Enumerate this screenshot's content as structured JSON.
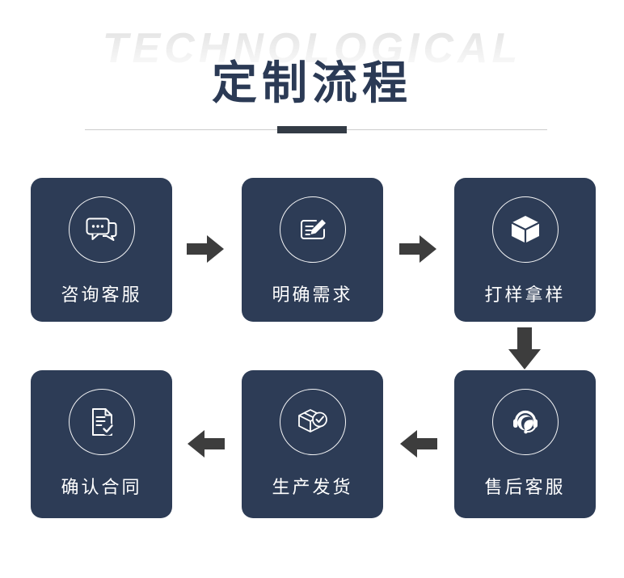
{
  "header": {
    "watermark": "TECHNOLOGICAL",
    "title": "定制流程"
  },
  "colors": {
    "box_navy": "#2d3c56",
    "title_navy": "#2b3a55",
    "arrow_gray": "#3d3d3d",
    "divider_accent": "#333b45",
    "divider_line": "#cccccc",
    "watermark_gray": "#ececec",
    "icon_white": "#ffffff"
  },
  "flow": {
    "steps": [
      {
        "label": "咨询客服",
        "icon": "chat-bubbles-icon",
        "position": "top-left"
      },
      {
        "label": "明确需求",
        "icon": "edit-form-icon",
        "position": "top-middle"
      },
      {
        "label": "打样拿样",
        "icon": "cube-icon",
        "position": "top-right"
      },
      {
        "label": "确认合同",
        "icon": "contract-check-icon",
        "position": "bottom-left"
      },
      {
        "label": "生产发货",
        "icon": "package-check-icon",
        "position": "bottom-middle"
      },
      {
        "label": "售后客服",
        "icon": "headset-icon",
        "position": "bottom-right"
      }
    ],
    "arrows": [
      {
        "name": "arrow-right-1",
        "direction": "right"
      },
      {
        "name": "arrow-right-2",
        "direction": "right"
      },
      {
        "name": "arrow-down-1",
        "direction": "down"
      },
      {
        "name": "arrow-left-1",
        "direction": "left"
      },
      {
        "name": "arrow-left-2",
        "direction": "left"
      }
    ]
  }
}
